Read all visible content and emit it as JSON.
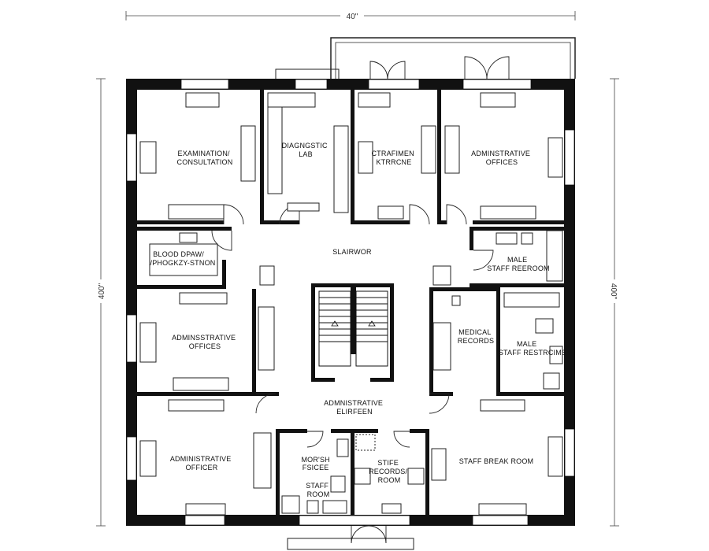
{
  "dimensions": {
    "top": "40\"",
    "left": "400\"",
    "right": "400\""
  },
  "rooms": {
    "exam": [
      "EXAMINATION/",
      "CONSULTATION"
    ],
    "diag": [
      "DIAGNGSTIC",
      "LAB"
    ],
    "ctr": [
      "CTRAFIMEN",
      "KTRRCNE"
    ],
    "admin_tr": [
      "ADMINSTRATIVE",
      "OFFICES"
    ],
    "blood": [
      "BLOOD DPAW/",
      "/PHOGKZY-STNON"
    ],
    "stairway": [
      "SLAIRWOR"
    ],
    "male_staff": [
      "MALE",
      "STAFF REEROOM"
    ],
    "admin_ml": [
      "ADMINSSTRATIVE",
      "OFFICES"
    ],
    "medical": [
      "MEDICAL",
      "RECORDS"
    ],
    "male_rest": [
      "MALE",
      "STAFF RESTRCIMS"
    ],
    "elev": [
      "ADMNISTRATIVE",
      "ELIRFEEN"
    ],
    "officer": [
      "ADMINISTRATIVE",
      "OFFICER"
    ],
    "mor": [
      "MOR'SH",
      "FSICEE",
      "STAFF",
      "ROOM"
    ],
    "stife": [
      "STIFE",
      "RECORDS/",
      "ROOM"
    ],
    "break": [
      "STAFF BREAK ROOM"
    ]
  }
}
